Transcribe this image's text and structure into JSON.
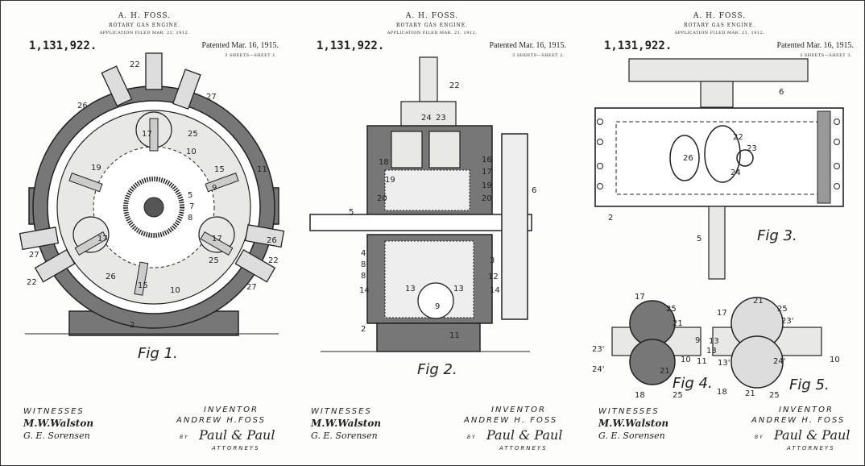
{
  "sheets": [
    {
      "inventor": "A. H. FOSS.",
      "title": "ROTARY GAS ENGINE.",
      "application": "APPLICATION FILED MAR. 21, 1912.",
      "number": "1,131,922.",
      "patented": "Patented Mar. 16, 1915.",
      "sheet": "3 SHEETS—SHEET 1.",
      "figures": [
        "Fig 1."
      ],
      "witnesses_label": "WITNESSES",
      "witness_sig_1": "M.W.Walston",
      "witness_sig_2": "G. E. Sorensen",
      "inventor_label": "INVENTOR",
      "inventor_name": "ANDREW H.FOSS",
      "by": "BY",
      "attorney_sig": "Paul & Paul",
      "attorneys_label": "ATTORNEYS",
      "numerals": [
        "22",
        "27",
        "26",
        "17",
        "25",
        "10",
        "19",
        "15",
        "11",
        "9",
        "5",
        "7",
        "8",
        "17",
        "17",
        "27",
        "22",
        "26",
        "25",
        "26",
        "22",
        "27",
        "15",
        "10",
        "2"
      ]
    },
    {
      "inventor": "A. H. FOSS.",
      "title": "ROTARY GAS ENGINE.",
      "application": "APPLICATION FILED MAR. 21, 1912.",
      "number": "1,131,922.",
      "patented": "Patented Mar. 16, 1915.",
      "sheet": "3 SHEETS—SHEET 2.",
      "figures": [
        "Fig 2."
      ],
      "witnesses_label": "WITNESSES",
      "witness_sig_1": "M.W.Walston",
      "witness_sig_2": "G. E. Sorensen",
      "inventor_label": "INVENTOR",
      "inventor_name": "ANDREW H. FOSS",
      "by": "BY",
      "attorney_sig": "Paul & Paul",
      "attorneys_label": "ATTORNEYS",
      "numerals": [
        "22",
        "24",
        "23",
        "18",
        "16",
        "17",
        "19",
        "19",
        "20",
        "20",
        "6",
        "5",
        "4",
        "8",
        "8",
        "3",
        "12",
        "14",
        "14",
        "13",
        "13",
        "9",
        "2",
        "11"
      ]
    },
    {
      "inventor": "A. H. FOSS.",
      "title": "ROTARY GAS ENGINE.",
      "application": "APPLICATION FILED MAR. 21, 1912.",
      "number": "1,131,922.",
      "patented": "Patented Mar. 16, 1915.",
      "sheet": "3 SHEETS—SHEET 3.",
      "figures": [
        "Fig 3.",
        "Fig 4.",
        "Fig 5."
      ],
      "witnesses_label": "WITNESSES",
      "witness_sig_1": "M.W.Walston",
      "witness_sig_2": "G. E. Sorensen",
      "inventor_label": "INVENTOR",
      "inventor_name": "ANDREW H. FOSS",
      "by": "BY",
      "attorney_sig": "Paul & Paul",
      "attorneys_label": "ATTORNEYS",
      "numerals": [
        "6",
        "22",
        "26",
        "23",
        "24",
        "2",
        "5",
        "17",
        "25",
        "21",
        "23'",
        "24'",
        "18",
        "25",
        "21",
        "10",
        "9",
        "11",
        "13",
        "17",
        "21",
        "25",
        "23'",
        "13",
        "13'",
        "10",
        "24'",
        "18",
        "21",
        "25"
      ]
    }
  ]
}
